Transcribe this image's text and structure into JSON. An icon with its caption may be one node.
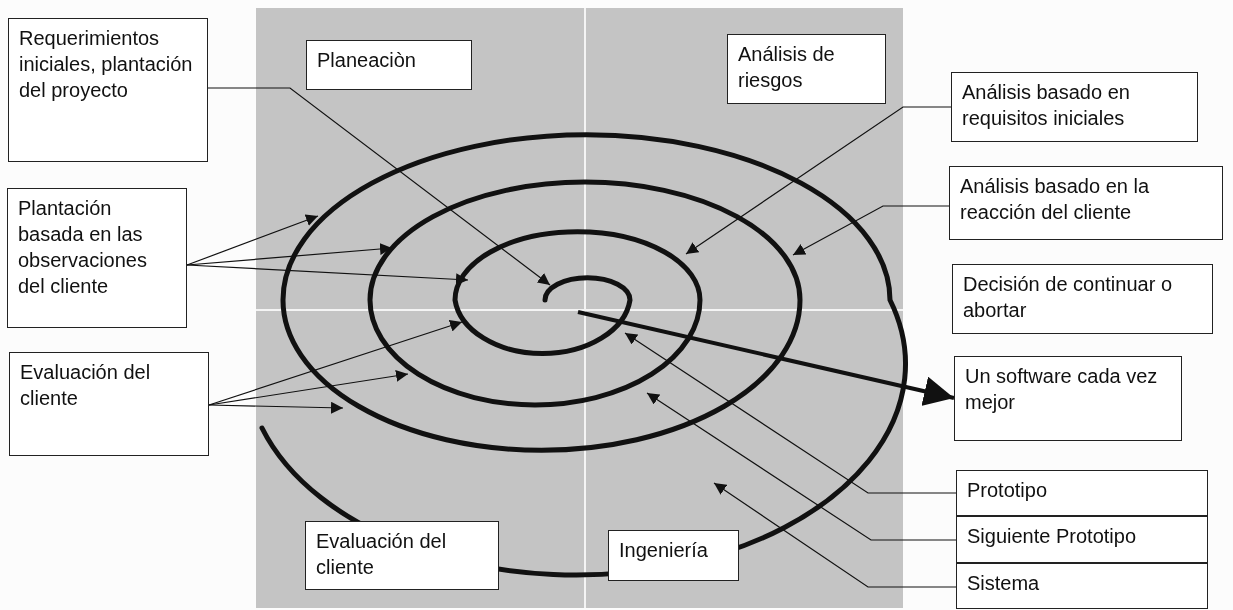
{
  "diagram": {
    "nodes": [
      {
        "text": [
          "Requerimientos iniciales, plantación del proyecto"
        ]
      },
      {
        "text": [
          "Planeaciòn"
        ]
      },
      {
        "text": [
          "Análisis de riesgos"
        ]
      },
      {
        "text": [
          "Análisis basado en requisitos iniciales"
        ]
      },
      {
        "text": [
          "Plantación basada en las observaciones del cliente"
        ]
      },
      {
        "text": [
          "Análisis basado en la reacción del cliente"
        ]
      },
      {
        "text": [
          "Decisión de continuar o abortar"
        ]
      },
      {
        "text": [
          "Evaluación del cliente"
        ]
      },
      {
        "text": [
          "Un software cada vez mejor"
        ]
      },
      {
        "text": [
          "Evaluación del cliente"
        ]
      },
      {
        "text": [
          "Ingeniería"
        ]
      },
      {
        "text": [
          "Prototipo"
        ]
      },
      {
        "text": [
          "Siguiente Prototipo"
        ]
      },
      {
        "text": [
          "Sistema"
        ]
      }
    ],
    "edges": [
      {
        "from": 0,
        "to": null,
        "arrow": "to"
      },
      {
        "from": 4,
        "to": null,
        "arrow": "to"
      },
      {
        "from": 4,
        "to": null,
        "arrow": "to"
      },
      {
        "from": 4,
        "to": null,
        "arrow": "to"
      },
      {
        "from": 7,
        "to": null,
        "arrow": "to"
      },
      {
        "from": 7,
        "to": null,
        "arrow": "to"
      },
      {
        "from": 7,
        "to": null,
        "arrow": "to"
      },
      {
        "from": 3,
        "to": null,
        "arrow": "to"
      },
      {
        "from": 5,
        "to": null,
        "arrow": "to"
      },
      {
        "from": 11,
        "to": null,
        "arrow": "to"
      },
      {
        "from": 12,
        "to": null,
        "arrow": "to"
      },
      {
        "from": 13,
        "to": null,
        "arrow": "to"
      },
      {
        "from": null,
        "to": 8,
        "arrow": "to",
        "style": "thick"
      }
    ]
  }
}
